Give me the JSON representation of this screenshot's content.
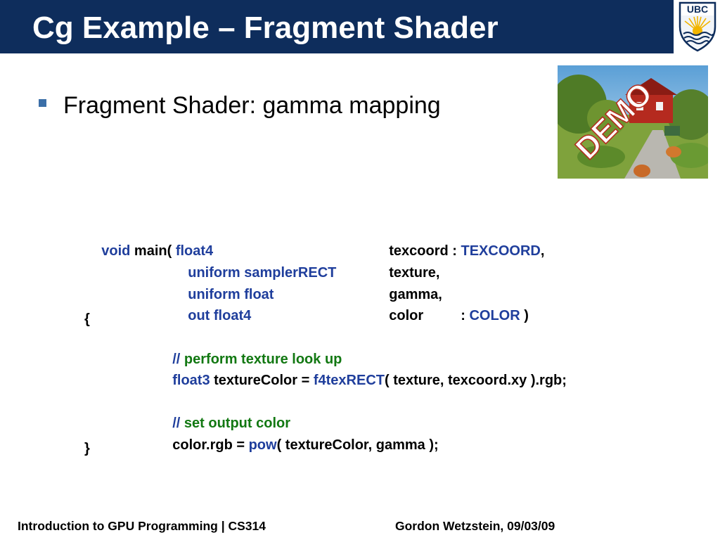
{
  "slide": {
    "title": "Cg Example – Fragment Shader",
    "logo_text": "UBC",
    "bullet": "Fragment Shader: gamma mapping",
    "demo_label": "DEMO"
  },
  "code": {
    "line1": {
      "kw1": "void",
      "t1": " main( ",
      "kw2": "float4",
      "t2": "texcoord : ",
      "kw3": "TEXCOORD",
      "t3": ","
    },
    "line2": {
      "kw1": "uniform samplerRECT",
      "t1": "texture,"
    },
    "line3": {
      "kw1": "uniform float",
      "t1": "gamma,"
    },
    "line4": {
      "kw1": "out float4",
      "t1": "color",
      "t2": ": ",
      "kw2": "COLOR",
      "t3": " )"
    },
    "open_brace": "{",
    "line5": {
      "cm1": "// ",
      "cm2": "perform texture look up"
    },
    "line6": {
      "kw1": "float3",
      "t1": " textureColor = ",
      "kw2": "f4texRECT",
      "t2": "( texture, texcoord.xy ).rgb;"
    },
    "line7": {
      "cm1": "// ",
      "cm2": "set output color"
    },
    "line8": {
      "t1": "color.rgb = ",
      "kw1": "pow",
      "t2": "( textureColor, gamma );"
    },
    "close_brace": "}"
  },
  "footer": {
    "left": "Introduction to GPU Programming | CS314",
    "right": "Gordon Wetzstein, 09/03/09"
  },
  "colors": {
    "title_band": "#0e2d5c",
    "keyword": "#1f3e9c",
    "comment": "#127812",
    "bullet": "#3b6fa8"
  }
}
